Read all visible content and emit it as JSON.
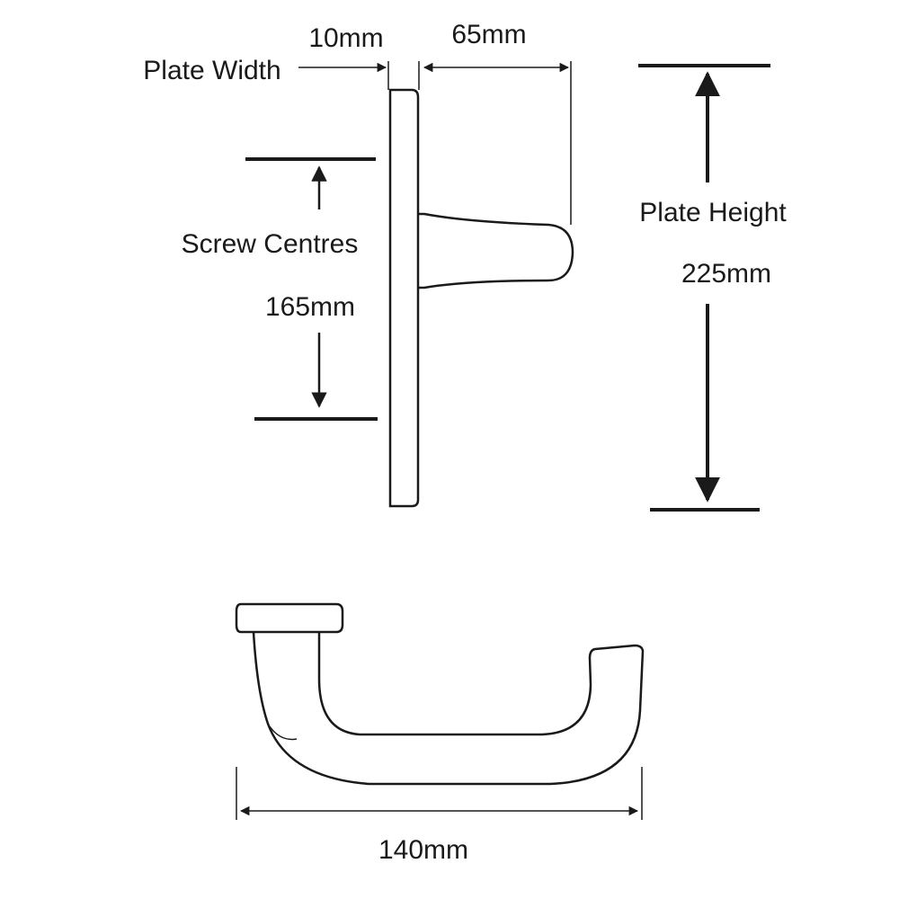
{
  "labels": {
    "plate_width_value": "10mm",
    "plate_width_label": "Plate Width",
    "projection_value": "65mm",
    "plate_height_label": "Plate Height",
    "plate_height_value": "225mm",
    "screw_centres_label": "Screw Centres",
    "screw_centres_value": "165mm",
    "lever_length_value": "140mm"
  },
  "colors": {
    "ink": "#1a1a1a",
    "background": "#ffffff"
  }
}
